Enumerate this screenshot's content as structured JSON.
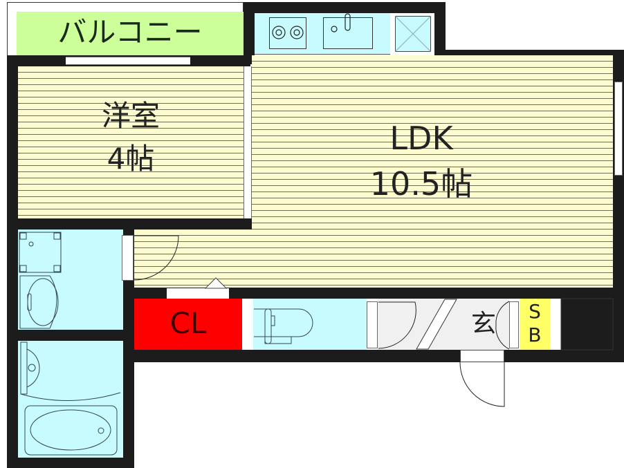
{
  "floorplan": {
    "rooms": {
      "balcony": {
        "label": "バルコニー",
        "color": "#ccff99"
      },
      "western_room": {
        "name": "洋室",
        "size": "4帖"
      },
      "ldk": {
        "name": "LDK",
        "size": "10.5帖"
      },
      "closet": {
        "label": "CL",
        "color": "#ff0000"
      },
      "entrance": {
        "label": "玄"
      },
      "shoe_box": {
        "label_top": "S",
        "label_bottom": "B",
        "color": "#ffff66"
      }
    },
    "colors": {
      "wall": "#1c1c1c",
      "floor": "#fdfbd0",
      "wet_area": "#c8fbfd",
      "entrance_floor": "#f0f0f0"
    }
  }
}
